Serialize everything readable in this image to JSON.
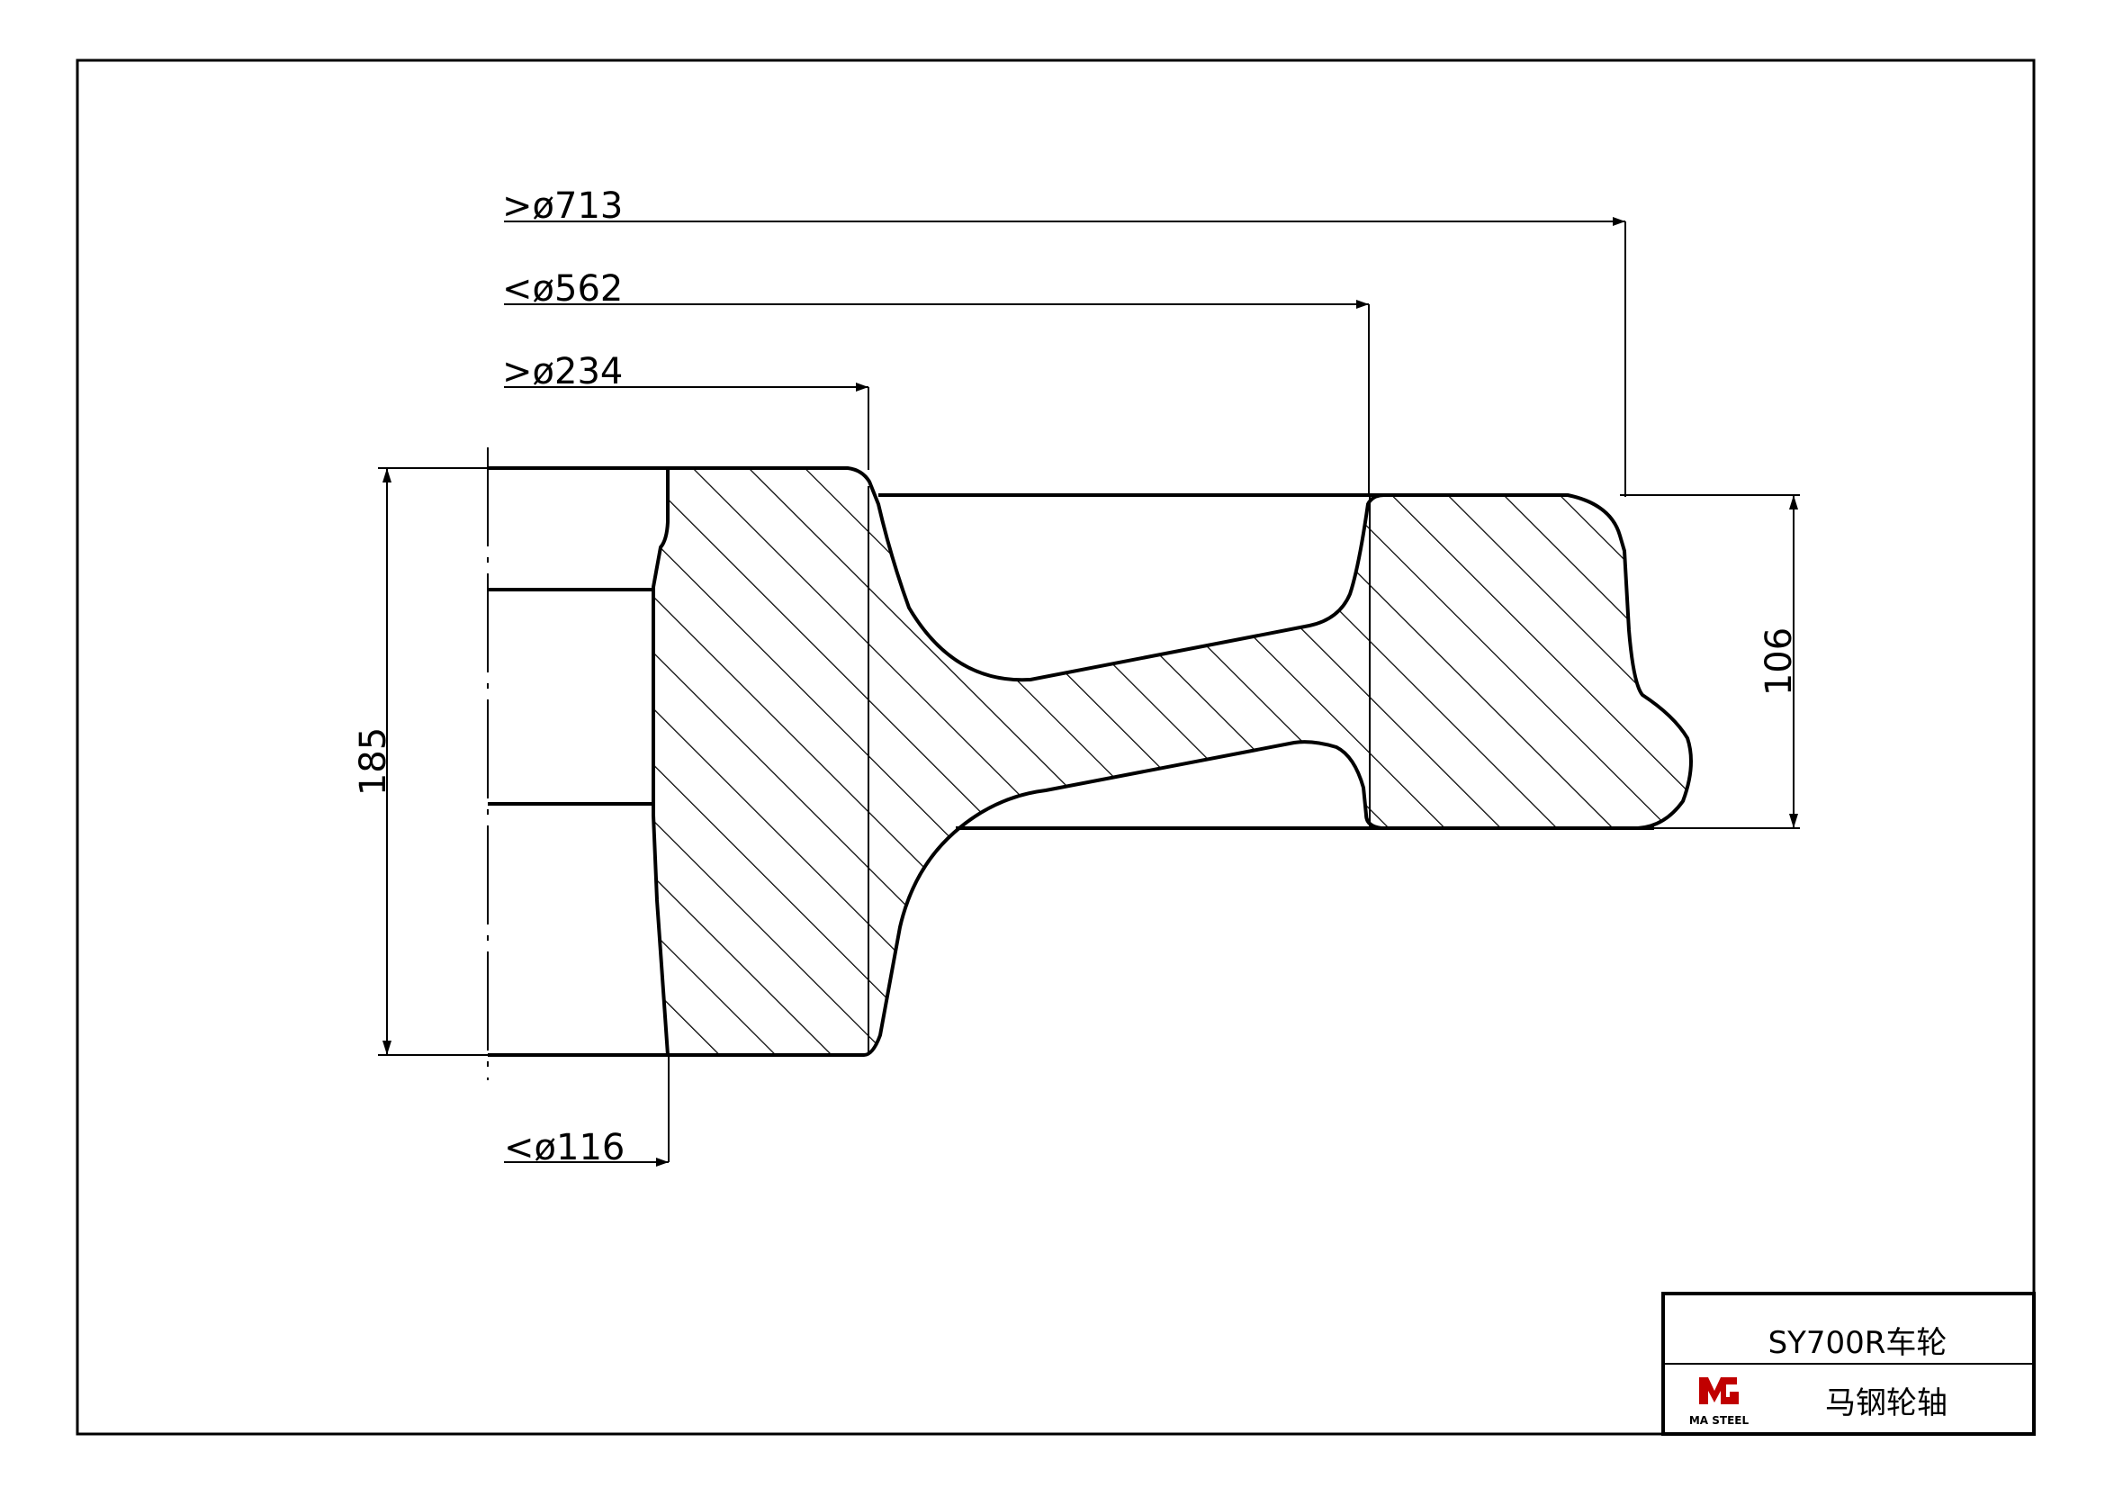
{
  "dimensions": {
    "diameters": [
      {
        "id": "d713",
        "label": ">ø713"
      },
      {
        "id": "d562",
        "label": "<ø562"
      },
      {
        "id": "d234",
        "label": ">ø234"
      },
      {
        "id": "d116",
        "label": "<ø116"
      }
    ],
    "heights": [
      {
        "id": "h185",
        "label": "185"
      },
      {
        "id": "h106",
        "label": "106"
      }
    ]
  },
  "title_block": {
    "part_name": "SY700R车轮",
    "company": "马钢轮轴",
    "logo_text": "MA STEEL"
  },
  "colors": {
    "line": "#000000",
    "logo": "#c00000"
  }
}
